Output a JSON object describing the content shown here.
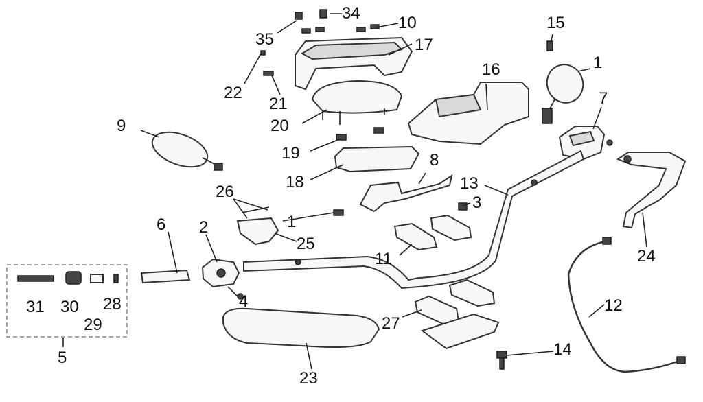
{
  "labels": {
    "p1a": "1",
    "p1b": "1",
    "p2": "2",
    "p3": "3",
    "p4": "4",
    "p5": "5",
    "p6": "6",
    "p7": "7",
    "p8": "8",
    "p9": "9",
    "p10": "10",
    "p11": "11",
    "p12": "12",
    "p13": "13",
    "p14": "14",
    "p15": "15",
    "p16": "16",
    "p17": "17",
    "p18": "18",
    "p19": "19",
    "p20": "20",
    "p21": "21",
    "p22": "22",
    "p23": "23",
    "p24": "24",
    "p25": "25",
    "p26": "26",
    "p27": "27",
    "p28": "28",
    "p29": "29",
    "p30": "30",
    "p31": "31",
    "p34": "34",
    "p35": "35"
  }
}
